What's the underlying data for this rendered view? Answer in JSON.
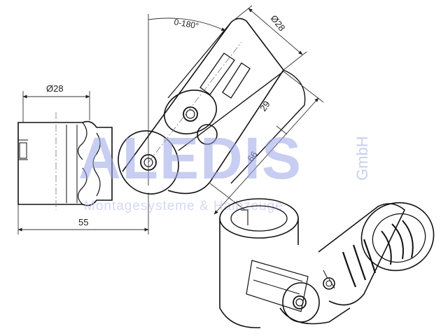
{
  "drawing": {
    "dimensions": {
      "top_diameter": "Ø28",
      "left_diameter": "Ø28",
      "angle": "0-180°",
      "width": "55",
      "length_29": "29",
      "length_66": "66"
    }
  },
  "watermark": {
    "brand": "ALEDIS",
    "suffix": "GmbH",
    "tagline": "Montagesysteme & Halbzeuge",
    "color": "#9aa6e6"
  },
  "colors": {
    "line": "#111111",
    "dim_line": "#333333",
    "centerline": "#777777"
  }
}
